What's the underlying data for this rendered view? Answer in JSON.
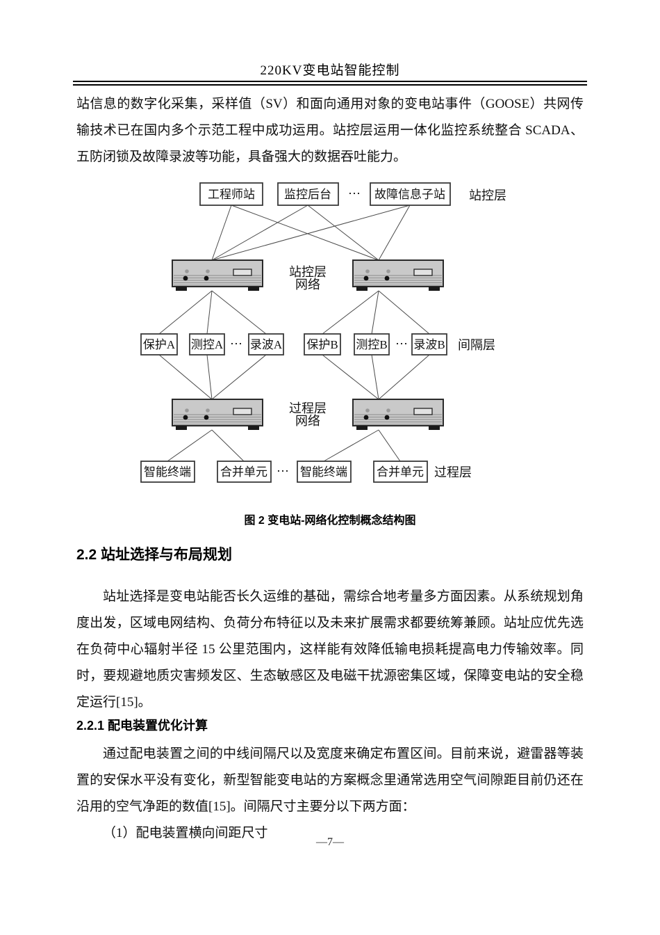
{
  "header": {
    "title": "220KV变电站智能控制"
  },
  "body": {
    "p1": "站信息的数字化采集，采样值（SV）和面向通用对象的变电站事件（GOOSE）共网传输技术已在国内多个示范工程中成功运用。站控层运用一体化监控系统整合 SCADA、五防闭锁及故障录波等功能，具备强大的数据吞吐能力。",
    "section_heading": "2.2 站址选择与布局规划",
    "p2": "站址选择是变电站能否长久运维的基础，需综合地考量多方面因素。从系统规划角度出发，区域电网结构、负荷分布特征以及未来扩展需求都要统筹兼顾。站址应优先选在负荷中心辐射半径 15 公里范围内，这样能有效降低输电损耗提高电力传输效率。同时，要规避地质灾害频发区、生态敏感区及电磁干扰源密集区域，保障变电站的安全稳定运行[15]。",
    "subsection_heading": "2.2.1 配电装置优化计算",
    "p3": "通过配电装置之间的中线间隔尺以及宽度来确定布置区间。目前来说，避雷器等装置的安保水平没有变化，新型智能变电站的方案概念里通常选用空气间隙距目前仍还在沿用的空气净距的数值[15]。间隔尺寸主要分以下两方面：",
    "list_item_1": "（1）配电装置横向间距尺寸"
  },
  "figure": {
    "caption": "图 2 变电站-网络化控制概念结构图",
    "diagram": {
      "ellipsis": "⋯",
      "station_boxes": [
        "工程师站",
        "监控后台",
        "故障信息子站"
      ],
      "station_layer_label": "站控层",
      "station_network_line1": "站控层",
      "station_network_line2": "网络",
      "bay_boxes": [
        "保护A",
        "测控A",
        "录波A",
        "保护B",
        "测控B",
        "录波B"
      ],
      "bay_layer_label": "间隔层",
      "process_network_line1": "过程层",
      "process_network_line2": "网络",
      "process_boxes": [
        "智能终端",
        "合并单元",
        "智能终端",
        "合并单元"
      ],
      "process_layer_label": "过程层"
    }
  },
  "footer": {
    "page_number": "—7—"
  },
  "colors": {
    "switch_fill": "#c9c9c9",
    "connector": "#4a4a4a"
  }
}
